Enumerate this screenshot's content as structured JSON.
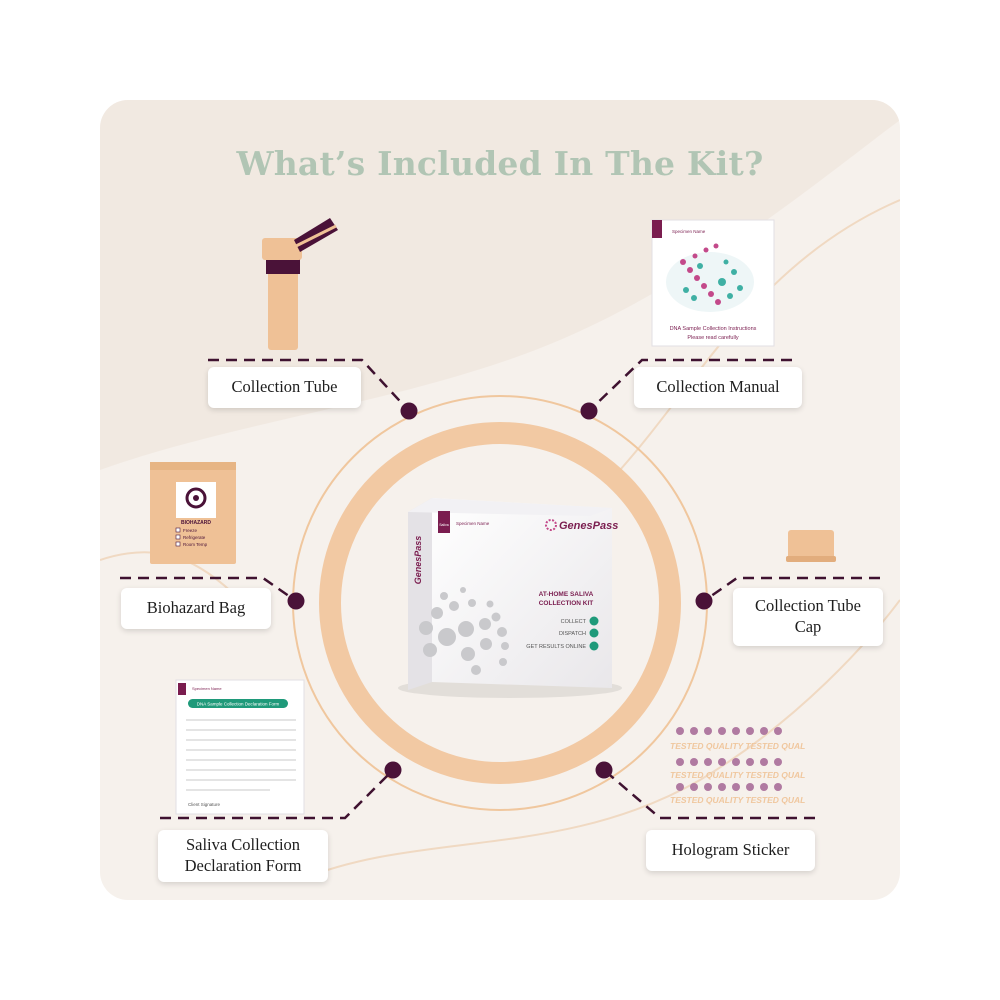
{
  "title": "What’s Included In The Kit?",
  "colors": {
    "title_green": "#1f7a56",
    "ring": "#f2c9a3",
    "thin_ring": "#f0c79e",
    "connector": "#3f1230",
    "background": "#f6f1ec"
  },
  "items": [
    {
      "key": "collection-tube",
      "label": "Collection Tube"
    },
    {
      "key": "collection-manual",
      "label": "Collection Manual"
    },
    {
      "key": "biohazard-bag",
      "label": "Biohazard Bag"
    },
    {
      "key": "collection-tube-cap",
      "label": "Collection Tube\nCap"
    },
    {
      "key": "declaration-form",
      "label": "Saliva Collection\nDeclaration Form"
    },
    {
      "key": "hologram-sticker",
      "label": "Hologram Sticker"
    }
  ],
  "product_box": {
    "brand": "GenesPass",
    "vertical_brand": "GenesPass",
    "small_tag": "Saliva",
    "specimen_tag": "Specimen Name",
    "heading_line1": "AT-HOME SALIVA",
    "heading_line2": "COLLECTION KIT",
    "steps": [
      "COLLECT",
      "DISPATCH",
      "GET RESULTS ONLINE"
    ]
  },
  "manual": {
    "header": "Specimen Name",
    "caption_line1": "DNA Sample Collection Instructions",
    "caption_line2": "Please read carefully"
  },
  "biohazard": {
    "label": "BIOHAZARD",
    "options": [
      "Freeze",
      "Refrigerate",
      "Room Temp"
    ]
  },
  "form": {
    "header": "Specimen Name",
    "banner": "DNA Sample Collection Declaration Form",
    "signature": "Client Signature"
  },
  "sticker": {
    "row_text": "TESTED QUALITY TESTED QUAL"
  }
}
